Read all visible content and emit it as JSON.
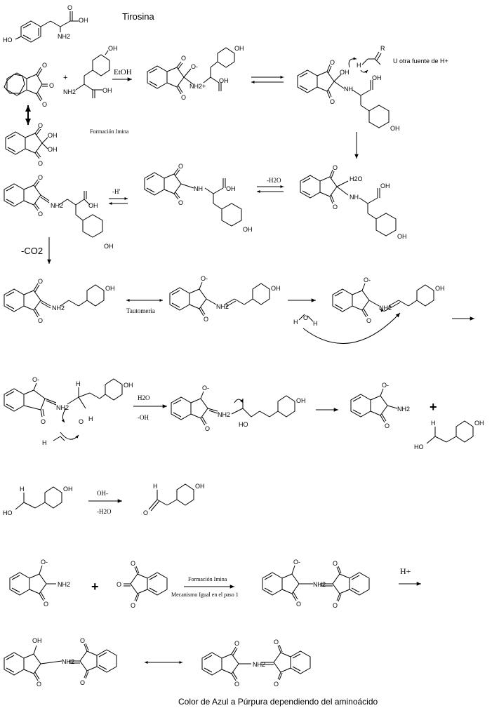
{
  "tyrosine": {
    "label": "Tirosina",
    "atoms": {
      "cooh": "OH",
      "carbonyl_o": "O",
      "nh2": "NH2",
      "ho": "HO"
    }
  },
  "step1": {
    "solvent": "EtOH",
    "plus": "+",
    "ninhydrin_o": "O",
    "hydrate_oh": "OH",
    "alkoxide": "O-",
    "ammonium": "NH2+",
    "nh": "NH",
    "acid_note": "U otra fuente de H+",
    "acid_r": "R",
    "acid_h": "H",
    "oh": "OH",
    "ho": "HO"
  },
  "labels": {
    "imine_formation": "Formación Imina",
    "minus_h": "-H'",
    "minus_h2o": "-H2O",
    "minus_co2": "-CO2",
    "tautomerism": "Tautomeria",
    "water_h": "H",
    "water_o": "O",
    "hydronium": "H2O",
    "minus_oh": "-OH",
    "big_plus": "+",
    "oh_minus": "OH-",
    "minus_h2o_b": "-H2O",
    "imine_formation_2": "Formación Imina",
    "same_mechanism": "Mecanismo Igual en el paso 1",
    "h_plus": "H+",
    "nh2": "NH2",
    "oh": "OH",
    "caption": "Color de Azul a Púrpura dependiendo del aminoácido"
  }
}
